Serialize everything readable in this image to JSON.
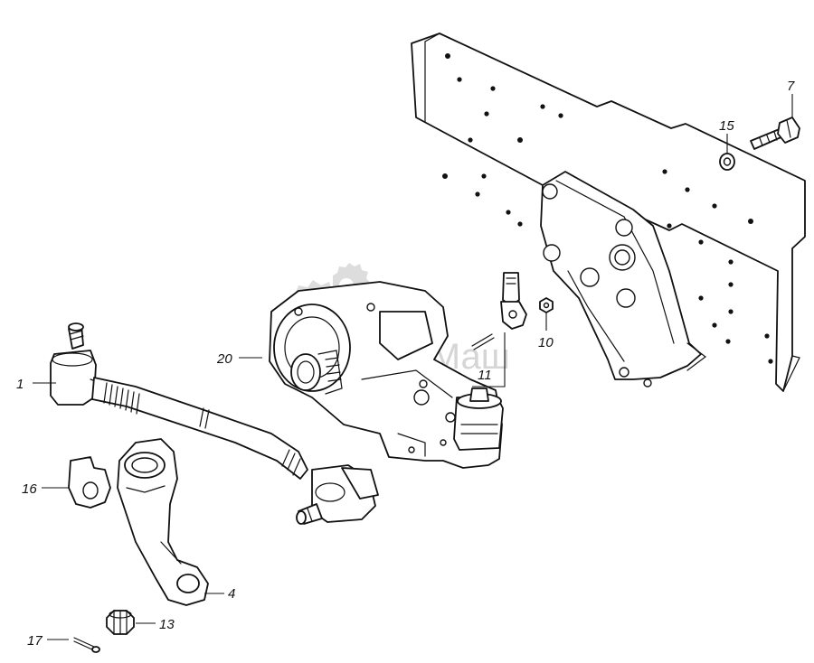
{
  "watermark": {
    "text": "СпецМаш",
    "color": "#c8c8c8"
  },
  "callouts": [
    {
      "id": "1",
      "label": "1"
    },
    {
      "id": "4",
      "label": "4"
    },
    {
      "id": "7",
      "label": "7"
    },
    {
      "id": "10",
      "label": "10"
    },
    {
      "id": "11",
      "label": "11"
    },
    {
      "id": "13",
      "label": "13"
    },
    {
      "id": "15",
      "label": "15"
    },
    {
      "id": "16",
      "label": "16"
    },
    {
      "id": "17",
      "label": "17"
    },
    {
      "id": "20",
      "label": "20"
    }
  ],
  "icons": [
    "gear-icon"
  ]
}
